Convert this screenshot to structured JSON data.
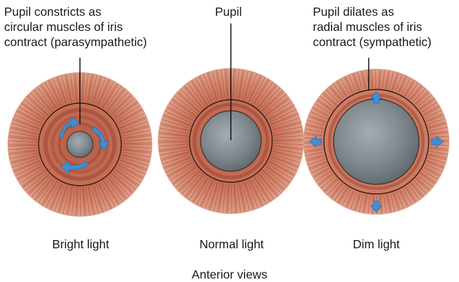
{
  "labels": {
    "left": "Pupil constricts as\ncircular muscles of iris\ncontract (parasympathetic)",
    "middle": "Pupil",
    "right": "Pupil dilates as\nradial muscles of iris\ncontract (sympathetic)"
  },
  "captions": {
    "bright": "Bright light",
    "normal": "Normal light",
    "dim": "Dim light",
    "footer": "Anterior views"
  },
  "colors": {
    "iris_outer": "#d0826a",
    "iris_inner": "#b35a43",
    "muscle_line": "#8e3b2a",
    "pupil": "#6f7a80",
    "pupil_light": "#a3adb2",
    "arrow": "#3f8fd6",
    "leader": "#111111"
  }
}
